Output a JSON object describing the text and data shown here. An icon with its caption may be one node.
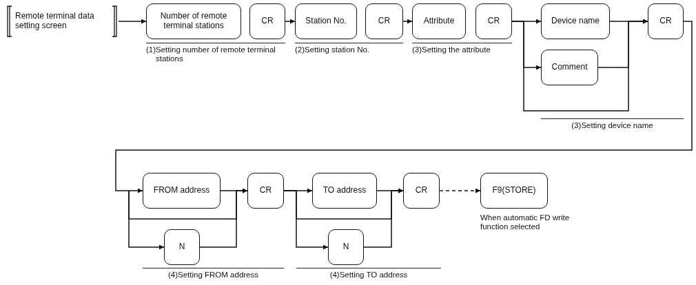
{
  "diagram": {
    "nodes": [
      {
        "text": [
          "Remote terminal data setting screen"
        ]
      },
      {
        "text": [
          "Number of remote terminal stations"
        ]
      },
      {
        "text": [
          "CR"
        ]
      },
      {
        "text": [
          "Station No."
        ]
      },
      {
        "text": [
          "CR"
        ]
      },
      {
        "text": [
          "Attribute"
        ]
      },
      {
        "text": [
          "CR"
        ]
      },
      {
        "text": [
          "Device name"
        ]
      },
      {
        "text": [
          "Comment"
        ]
      },
      {
        "text": [
          "CR"
        ]
      },
      {
        "text": [
          "FROM address"
        ]
      },
      {
        "text": [
          "CR"
        ]
      },
      {
        "text": [
          "TO address"
        ]
      },
      {
        "text": [
          "CR"
        ]
      },
      {
        "text": [
          "F9(STORE)"
        ],
        "beside": [
          "When automatic FD write function selected"
        ]
      },
      {
        "text": [
          "N"
        ]
      },
      {
        "text": [
          "N"
        ]
      }
    ],
    "edges": [
      {
        "from": 0,
        "to": 1,
        "arrow": "to"
      },
      {
        "from": 2,
        "to": 3,
        "arrow": "to"
      },
      {
        "from": 4,
        "to": 5,
        "arrow": "to"
      },
      {
        "from": 6,
        "to": 7,
        "arrow": "to"
      },
      {
        "from": 6,
        "to": 8,
        "arrow": "to"
      },
      {
        "from": 6,
        "to": 9,
        "arrow": "to"
      },
      {
        "from": 7,
        "to": 9,
        "arrow": "to"
      },
      {
        "from": 8,
        "to": 9,
        "arrow": "to"
      },
      {
        "from": 9,
        "to": 10,
        "arrow": "to"
      },
      {
        "from": 9,
        "to": 15,
        "arrow": "to"
      },
      {
        "from": 9,
        "to": 11,
        "arrow": "to"
      },
      {
        "from": 10,
        "to": 11,
        "arrow": "to"
      },
      {
        "from": 15,
        "to": 11,
        "arrow": "to"
      },
      {
        "from": 11,
        "to": 12,
        "arrow": "to"
      },
      {
        "from": 11,
        "to": 16,
        "arrow": "to"
      },
      {
        "from": 11,
        "to": 13,
        "arrow": "to"
      },
      {
        "from": 12,
        "to": 13,
        "arrow": "to"
      },
      {
        "from": 16,
        "to": 13,
        "arrow": "to"
      },
      {
        "from": 13,
        "to": 14,
        "arrow": "to",
        "style": "dashed"
      }
    ],
    "labels": [
      "(1)Setting number of remote terminal stations",
      "(2)Setting station No.",
      "(3)Setting the attribute",
      "(3)Setting device name",
      "(4)Setting FROM address",
      "(4)Setting TO address"
    ]
  }
}
